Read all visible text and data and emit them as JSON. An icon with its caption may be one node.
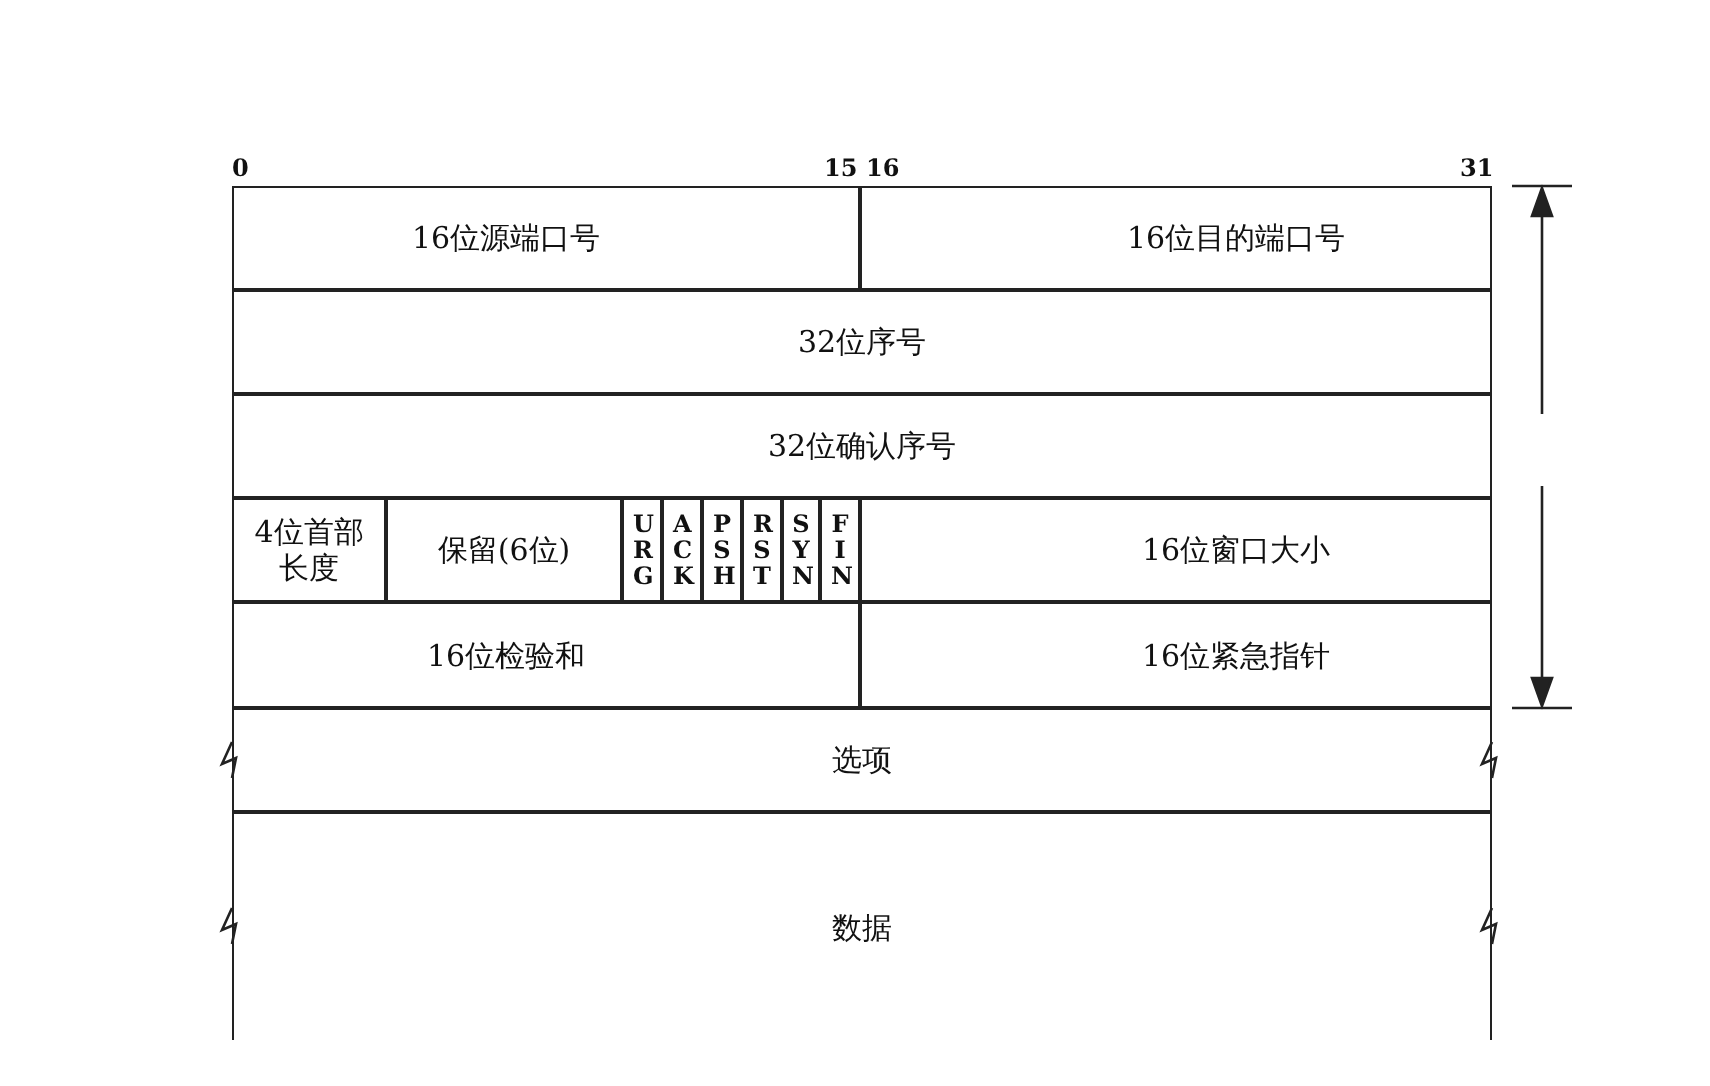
{
  "diagram": {
    "nodes": [
      {
        "text": [
          "16位源端口号"
        ]
      },
      {
        "text": [
          "16位目的端口号"
        ]
      },
      {
        "text": [
          "32位序号"
        ]
      },
      {
        "text": [
          "32位确认序号"
        ]
      },
      {
        "text": [
          "4位首部长度"
        ]
      },
      {
        "text": [
          "保留(6位)"
        ]
      },
      {
        "text": [
          "URG"
        ]
      },
      {
        "text": [
          "ACK"
        ]
      },
      {
        "text": [
          "PSH"
        ]
      },
      {
        "text": [
          "RST"
        ]
      },
      {
        "text": [
          "SYN"
        ]
      },
      {
        "text": [
          "FIN"
        ]
      },
      {
        "text": [
          "16位窗口大小"
        ]
      },
      {
        "text": [
          "16位检验和"
        ]
      },
      {
        "text": [
          "16位紧急指针"
        ]
      },
      {
        "text": [
          "选项"
        ]
      },
      {
        "text": [
          "数据"
        ]
      }
    ],
    "labels": [
      "0",
      "15",
      "16",
      "31"
    ]
  }
}
